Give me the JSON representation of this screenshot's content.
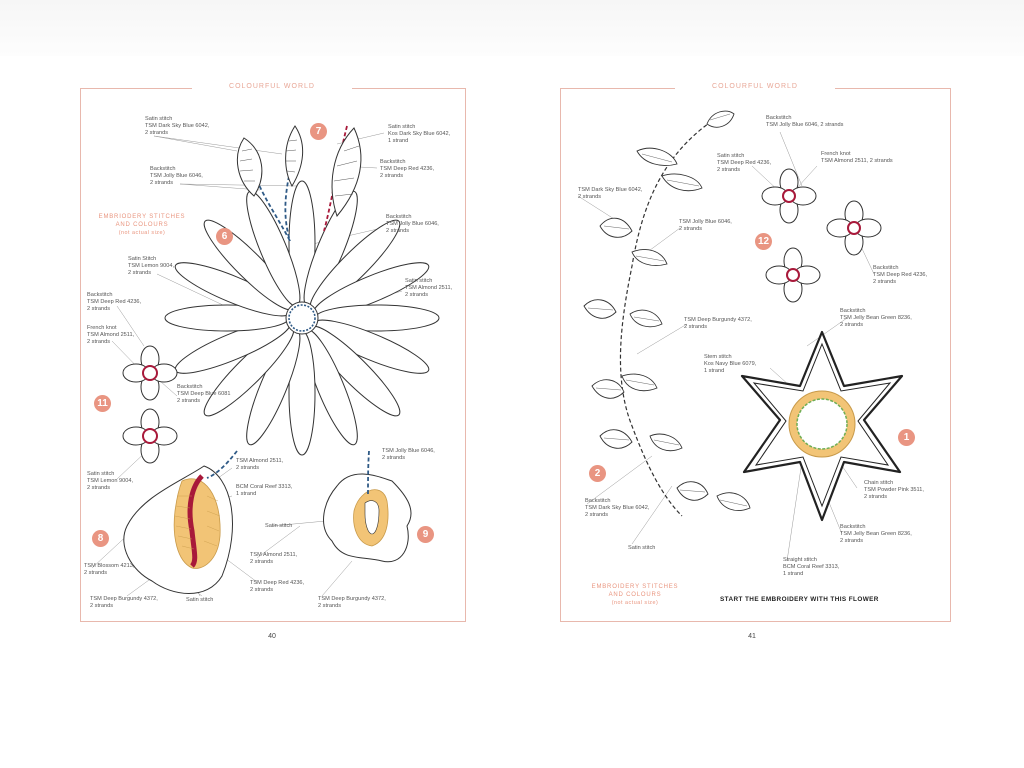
{
  "colors": {
    "accent": "#e99582",
    "outline": "#3a3a3a",
    "blue": "#2f5a86",
    "red": "#a8193a",
    "orange": "#f0c070",
    "green": "#6fae55",
    "grey": "#888888"
  },
  "left_page": {
    "running_head": "COLOURFUL WORLD",
    "heading": "EMBRIODERY STITCHES\nAND COLOURS",
    "subheading": "(not actual size)",
    "page_number": "40",
    "badges": [
      "7",
      "6",
      "11",
      "8",
      "9"
    ],
    "labels": {
      "l1": "Satin stitch\nTSM Dark Sky Blue 6042,\n2 strands",
      "l2": "Satin stitch\nKos Dark Sky Blue 6042,\n1 strand",
      "l3": "Backstitch\nTSM Deep Red 4236,\n2 strands",
      "l4": "Backstitch\nTSM Jolly Blue 6046,\n2 strands",
      "l5": "Backstitch\nTSM Jolly Blue 6046,\n2 strands",
      "l6": "Satin Stitch\nTSM Lemon 9004,\n2 strands",
      "l7": "Satin stitch\nTSM Almond 2511,\n2 strands",
      "l8": "Backstitch\nTSM Deep Red 4236,\n2 strands",
      "l9": "French knot\nTSM Almond 2511,\n2 strands",
      "l10": "Backstitch\nTSM Deep Blue 6081\n2 strands",
      "l11": "Satin stitch\nTSM Lemon 9004,\n2 strands",
      "l12": "TSM Almond 2511,\n2 strands",
      "l13": "BCM Coral Reef 3313,\n1 strand",
      "l14": "TSM Jolly Blue 6046,\n2 strands",
      "l15": "Satin stitch",
      "l16": "TSM Almond 2511,\n2 strands",
      "l17": "TSM Deep Red 4236,\n2 strands",
      "l18": "TSM Blossom 4213,\n2 strands",
      "l19": "TSM Deep Burgundy 4372,\n2 strands",
      "l20": "Satin stitch",
      "l21": "TSM Deep Burgundy 4372,\n2 strands"
    }
  },
  "right_page": {
    "running_head": "COLOURFUL WORLD",
    "heading": "EMBROIDERY STITCHES\nAND COLOURS",
    "subheading": "(not actual size)",
    "page_number": "41",
    "start_note": "START THE EMBROIDERY WITH THIS FLOWER",
    "badges": [
      "12",
      "1",
      "2"
    ],
    "labels": {
      "r1": "Backstitch\nTSM Jolly Blue 6046, 2 strands",
      "r2": "Satin stitch\nTSM Deep Red 4236,\n2 strands",
      "r3": "French knot\nTSM Almond 2511, 2 strands",
      "r4": "TSM Dark Sky Blue 6042,\n2 strands",
      "r5": "TSM Jolly Blue 6046,\n2 strands",
      "r6": "Backstitch\nTSM Deep Red 4236,\n2 strands",
      "r7": "Backstitch\nTSM Jelly Bean Green 8236,\n2 strands",
      "r8": "TSM Deep Burgundy 4372,\n2 strands",
      "r9": "Stem stitch\nKos Navy Blue 6079,\n1 strand",
      "r10": "Chain stitch\nTSM Powder Pink 3511,\n2 strands",
      "r11": "Backstitch\nTSM Dark Sky Blue 6042,\n2 strands",
      "r12": "Backstitch\nTSM Jelly Bean Green 8236,\n2 strands",
      "r13": "Satin stitch",
      "r14": "Straight stitch\nBCM Coral Reef 3313,\n1 strand"
    }
  }
}
